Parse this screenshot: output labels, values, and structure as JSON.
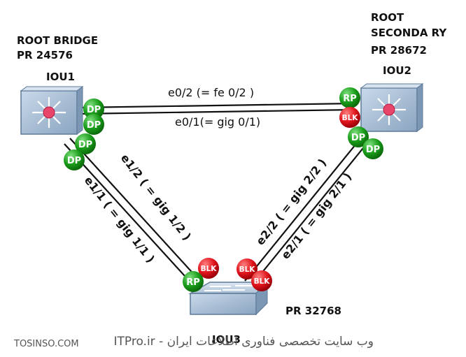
{
  "switches": {
    "iou1": {
      "name": "IOU1",
      "role": "ROOT BRIDGE",
      "priority": "PR 24576"
    },
    "iou2": {
      "name": "IOU2",
      "role_line1": "ROOT",
      "role_line2": "SECONDA RY",
      "priority": "PR 28672"
    },
    "iou3": {
      "name": "IOU3",
      "priority": "PR 32768"
    }
  },
  "links": {
    "iou1_iou2_top": "e0/2 (= fe 0/2 )",
    "iou1_iou2_bottom": "e0/1(= gig 0/1)",
    "iou1_iou3_a": "e1/1 ( = gig 1/1 )",
    "iou1_iou3_b": "e1/2 ( = gig 1/2 )",
    "iou2_iou3_a": "e2/2 ( = gig 2/2 )",
    "iou2_iou3_b": "e2/1 ( = gig 2/1 )"
  },
  "ports": {
    "dp": "DP",
    "rp": "RP",
    "blk": "BLK"
  },
  "colors": {
    "dp": "#1a9c1a",
    "rp": "#1a9c1a",
    "blk": "#e0141c",
    "switch_body": "#a9bfd6",
    "switch_edge": "#5d7a99"
  },
  "footer": {
    "left": "TOSINSO.COM",
    "right": "ITPro.ir - وب سایت تخصصی فناوری اطلاعات ایران"
  }
}
